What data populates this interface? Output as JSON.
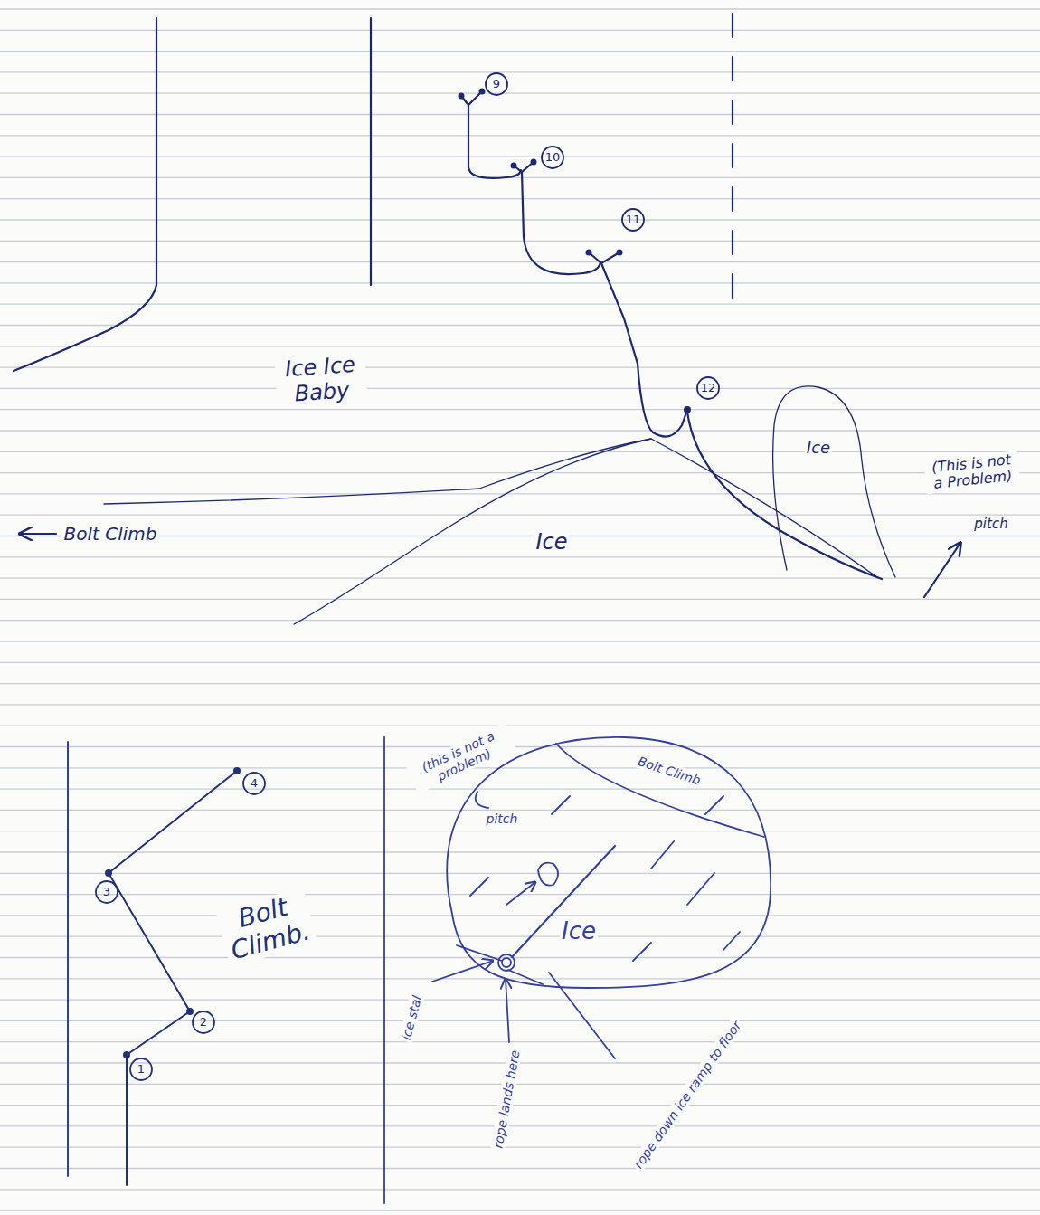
{
  "diagram": {
    "labels": [
      "9",
      "10",
      "11",
      "12",
      "Ice Ice Baby",
      "Ice",
      "Ice",
      "Bolt Climb",
      "(This is not a Problem)",
      "pitch",
      "4",
      "3",
      "2",
      "1",
      "Bolt Climb.",
      "(this is not a problem)",
      "pitch",
      "Bolt Climb",
      "Ice",
      "ice stal",
      "rope lands here",
      "rope down ice ramp to floor"
    ]
  }
}
